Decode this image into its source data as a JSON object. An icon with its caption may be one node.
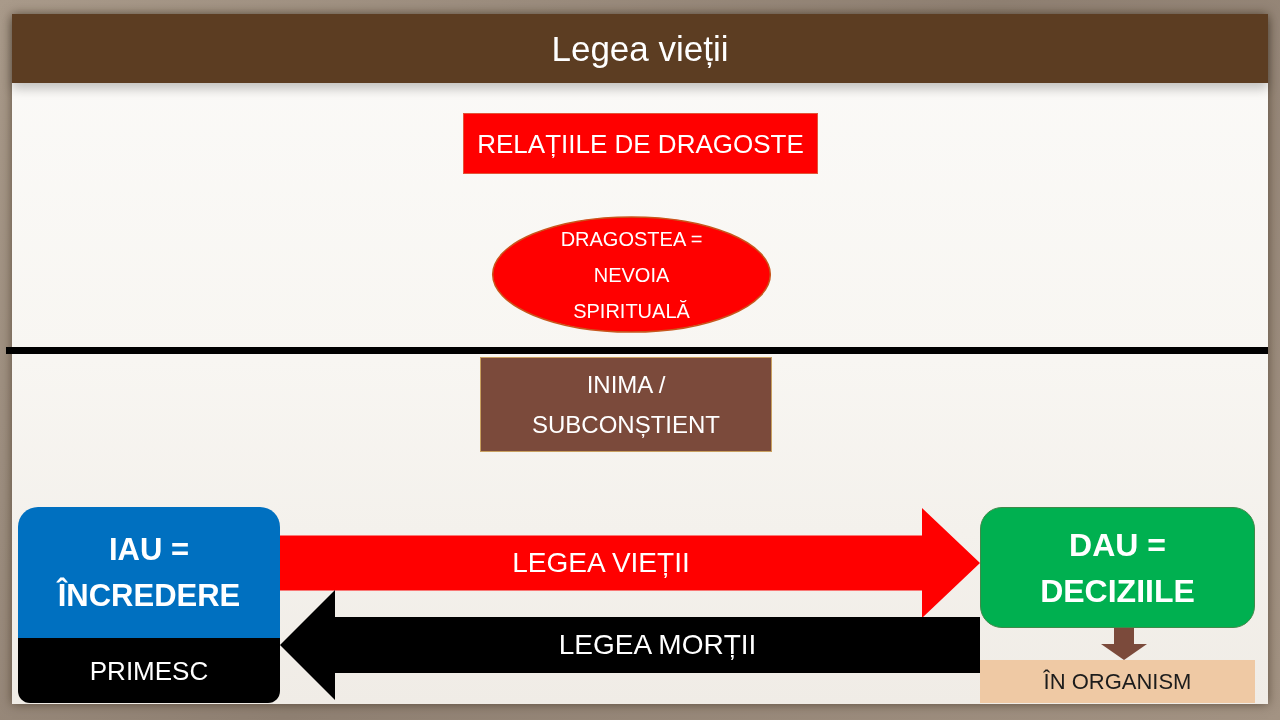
{
  "diagram": {
    "title": "Legea vieții",
    "nodes": [
      {
        "text": [
          "RELAȚIILE DE DRAGOSTE"
        ]
      },
      {
        "text": [
          "DRAGOSTEA = NEVOIA SPIRITUALĂ"
        ]
      },
      {
        "text": [
          "INIMA / SUBCONȘTIENT"
        ]
      },
      {
        "text": [
          "IAU = ÎNCREDERE"
        ]
      },
      {
        "text": [
          "PRIMESC"
        ]
      },
      {
        "text": [
          "DAU = DECIZIILE"
        ]
      },
      {
        "text": [
          "ÎN ORGANISM"
        ]
      }
    ],
    "edges": [
      {
        "from": 3,
        "to": 5,
        "arrow": "to",
        "label": "LEGEA VIEȚII",
        "style": "thick",
        "color": "#ff0000"
      },
      {
        "from": 5,
        "to": 3,
        "arrow": "to",
        "label": "LEGEA MORȚII",
        "style": "thick",
        "color": "#000000"
      },
      {
        "from": 5,
        "to": 6,
        "arrow": "to",
        "style": "thick",
        "color": "#7b4a3b"
      }
    ]
  }
}
